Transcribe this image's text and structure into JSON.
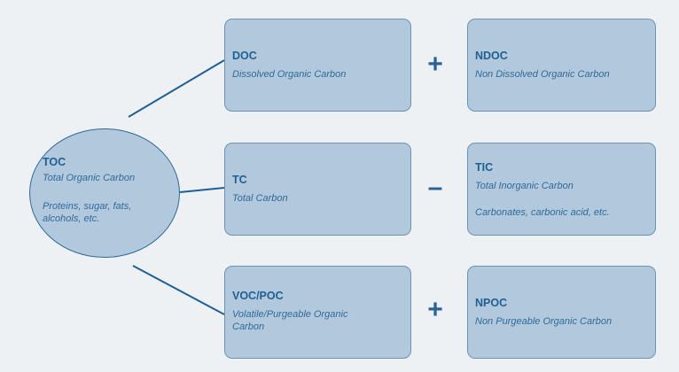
{
  "toc": {
    "abbr": "TOC",
    "name": "Total Organic Carbon",
    "examples_line1": "Proteins, sugar, fats,",
    "examples_line2": "alcohols, etc."
  },
  "rows": [
    {
      "left": {
        "abbr": "DOC",
        "name": "Dissolved Organic Carbon"
      },
      "operator": "+",
      "right": {
        "abbr": "NDOC",
        "name": "Non Dissolved Organic Carbon"
      }
    },
    {
      "left": {
        "abbr": "TC",
        "name": "Total Carbon"
      },
      "operator": "–",
      "right": {
        "abbr": "TIC",
        "name": "Total Inorganic Carbon",
        "examples": "Carbonates, carbonic acid, etc."
      }
    },
    {
      "left": {
        "abbr": "VOC/POC",
        "name_line1": "Volatile/Purgeable Organic",
        "name_line2": "Carbon"
      },
      "operator": "+",
      "right": {
        "abbr": "NPOC",
        "name": "Non Purgeable Organic Carbon"
      }
    }
  ],
  "colors": {
    "fill": "#b2c8dc",
    "stroke": "#2f6a9a",
    "text_primary": "#1f5f93",
    "background": "#eef1f4"
  }
}
